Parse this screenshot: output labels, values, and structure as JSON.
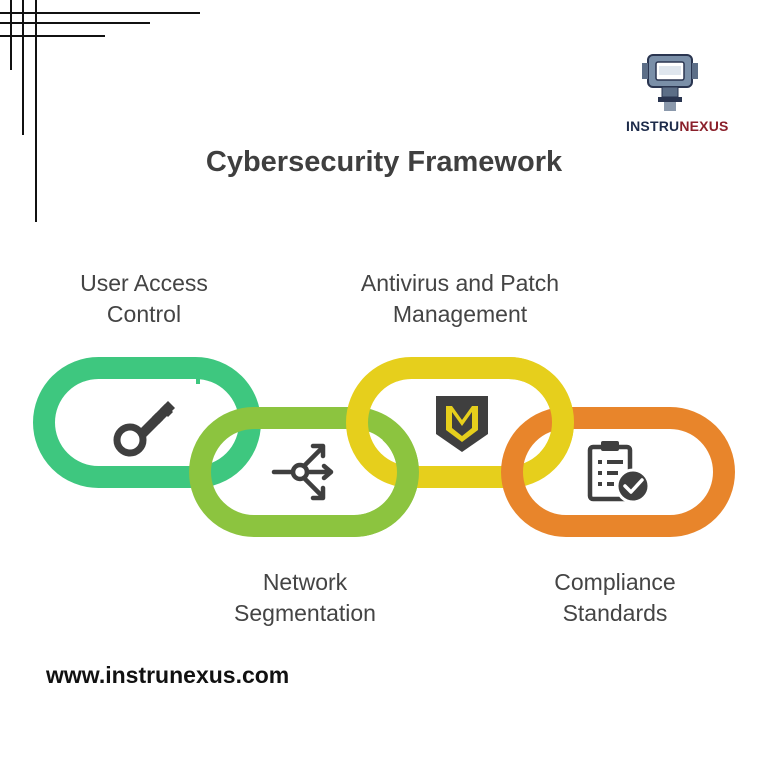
{
  "logo": {
    "name_part1": "INSTRU",
    "name_part2": "NEXUS"
  },
  "title": "Cybersecurity Framework",
  "links": [
    {
      "label_line1": "User Access",
      "label_line2": "Control",
      "color": "#3ec77f",
      "icon": "key-icon"
    },
    {
      "label_line1": "Network",
      "label_line2": "Segmentation",
      "color": "#8cc43f",
      "icon": "network-split-icon"
    },
    {
      "label_line1": "Antivirus and Patch",
      "label_line2": "Management",
      "color": "#e6cf1c",
      "icon": "shield-icon"
    },
    {
      "label_line1": "Compliance",
      "label_line2": "Standards",
      "color": "#e8852b",
      "icon": "clipboard-check-icon"
    }
  ],
  "footer": {
    "url": "www.instrunexus.com"
  },
  "colors": {
    "icon": "#3f3f3f",
    "title": "#3f3f3f"
  }
}
